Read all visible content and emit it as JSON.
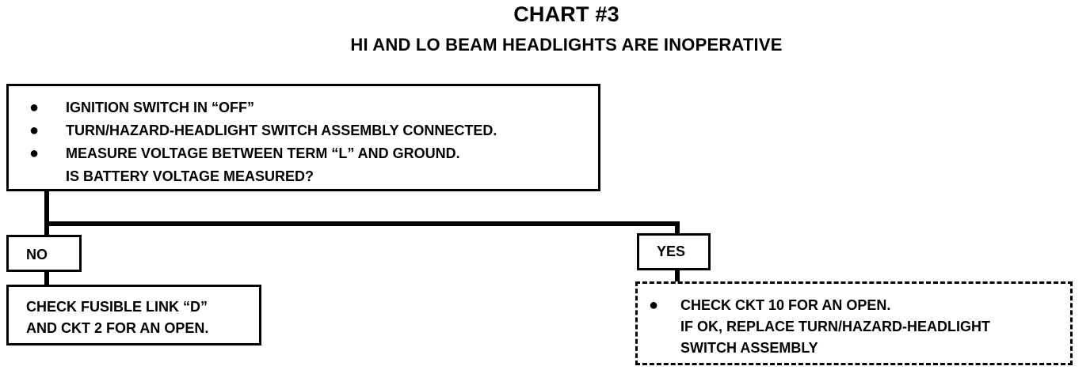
{
  "header": {
    "title": "CHART #3",
    "subtitle": "HI AND LO BEAM HEADLIGHTS ARE INOPERATIVE"
  },
  "check_box": {
    "bullets": [
      "IGNITION SWITCH IN “OFF”",
      "TURN/HAZARD-HEADLIGHT SWITCH ASSEMBLY CONNECTED.",
      "MEASURE VOLTAGE BETWEEN TERM “L” AND GROUND."
    ],
    "question": "IS BATTERY VOLTAGE MEASURED?"
  },
  "no_branch": {
    "label": "NO",
    "result_lines": [
      "CHECK FUSIBLE LINK “D”",
      "AND CKT 2 FOR AN OPEN."
    ]
  },
  "yes_branch": {
    "label": "YES",
    "result_lines": [
      "CHECK CKT 10 FOR AN OPEN.",
      "IF OK, REPLACE TURN/HAZARD-HEADLIGHT",
      "SWITCH ASSEMBLY"
    ]
  },
  "bullet_symbol": "●"
}
